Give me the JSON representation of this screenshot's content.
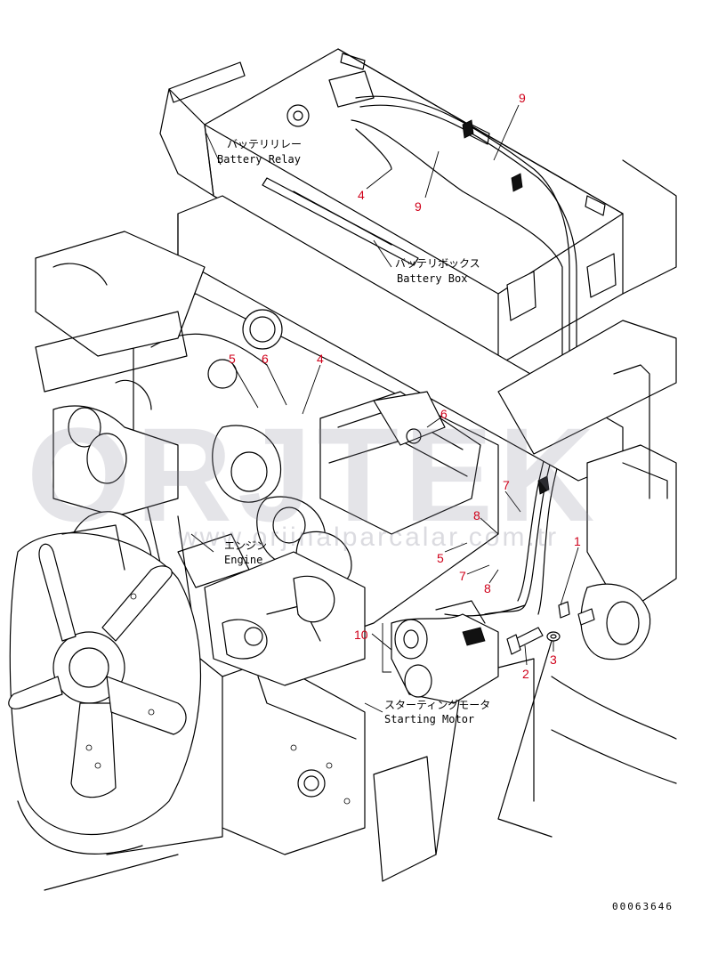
{
  "labels": {
    "battery_relay_jp": "バッテリリレー",
    "battery_relay_en": "Battery Relay",
    "battery_box_jp": "バッテリボックス",
    "battery_box_en": "Battery Box",
    "engine_jp": "エンジン",
    "engine_en": "Engine",
    "starting_motor_jp": "スターティングモータ",
    "starting_motor_en": "Starting Motor"
  },
  "callouts": [
    "9",
    "9",
    "4",
    "5",
    "6",
    "4",
    "6",
    "7",
    "8",
    "1",
    "5",
    "7",
    "8",
    "10",
    "2",
    "3"
  ],
  "watermark": {
    "main": "ORJTEK",
    "sub": "www.orjinalparcalar.com.tr"
  },
  "document_number": "00063646",
  "colors": {
    "line": "#000000",
    "callout": "#d0021b",
    "watermark": "#8a8a9a"
  }
}
